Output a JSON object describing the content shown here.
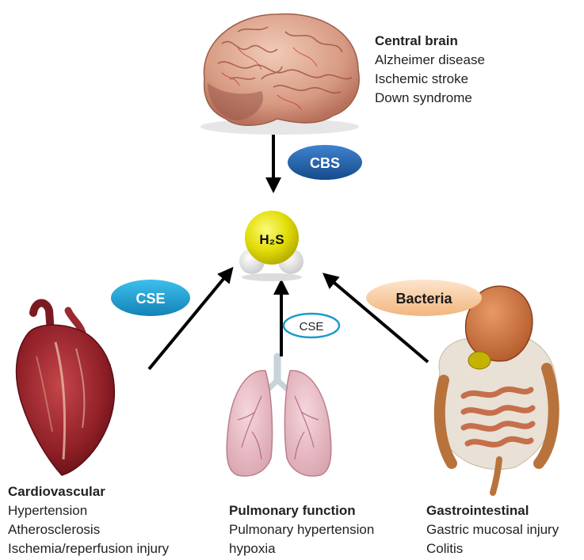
{
  "center": {
    "molecule_label": "H₂S"
  },
  "enzymes": {
    "brain": "CBS",
    "heart": "CSE",
    "lung": "CSE",
    "gut": "Bacteria"
  },
  "organs": {
    "brain": {
      "title": "Central brain",
      "items": [
        "Alzheimer disease",
        "Ischemic stroke",
        "Down syndrome"
      ]
    },
    "heart": {
      "title": "Cardiovascular",
      "items": [
        "Hypertension",
        "Atherosclerosis",
        "Ischemia/reperfusion injury"
      ]
    },
    "lung": {
      "title": "Pulmonary function",
      "items": [
        "Pulmonary hypertension",
        "hypoxia"
      ]
    },
    "gut": {
      "title": "Gastrointestinal",
      "items": [
        "Gastric mucosal injury",
        "Colitis"
      ]
    }
  },
  "colors": {
    "cbs_pill": "#1f5fa8",
    "cse_pill": "#1b9ad0",
    "bacteria_pill": "#f6c9a0",
    "molecule_yellow": "#e3e000",
    "arrow": "#000000"
  }
}
